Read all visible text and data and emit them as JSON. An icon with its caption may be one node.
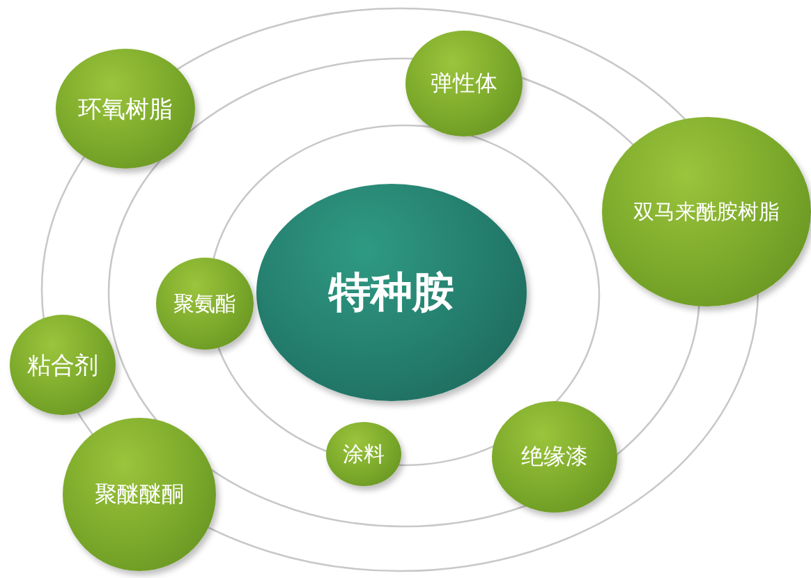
{
  "diagram": {
    "nodes": [
      {
        "text": [
          "环氧树脂"
        ]
      },
      {
        "text": [
          "弹性体"
        ]
      },
      {
        "text": [
          "双马来酰胺树脂"
        ]
      },
      {
        "text": [
          "特种胺"
        ]
      },
      {
        "text": [
          "聚氨酯"
        ]
      },
      {
        "text": [
          "粘合剂"
        ]
      },
      {
        "text": [
          "涂料"
        ]
      },
      {
        "text": [
          "绝缘漆"
        ]
      },
      {
        "text": [
          "聚醚醚酮"
        ]
      }
    ]
  }
}
